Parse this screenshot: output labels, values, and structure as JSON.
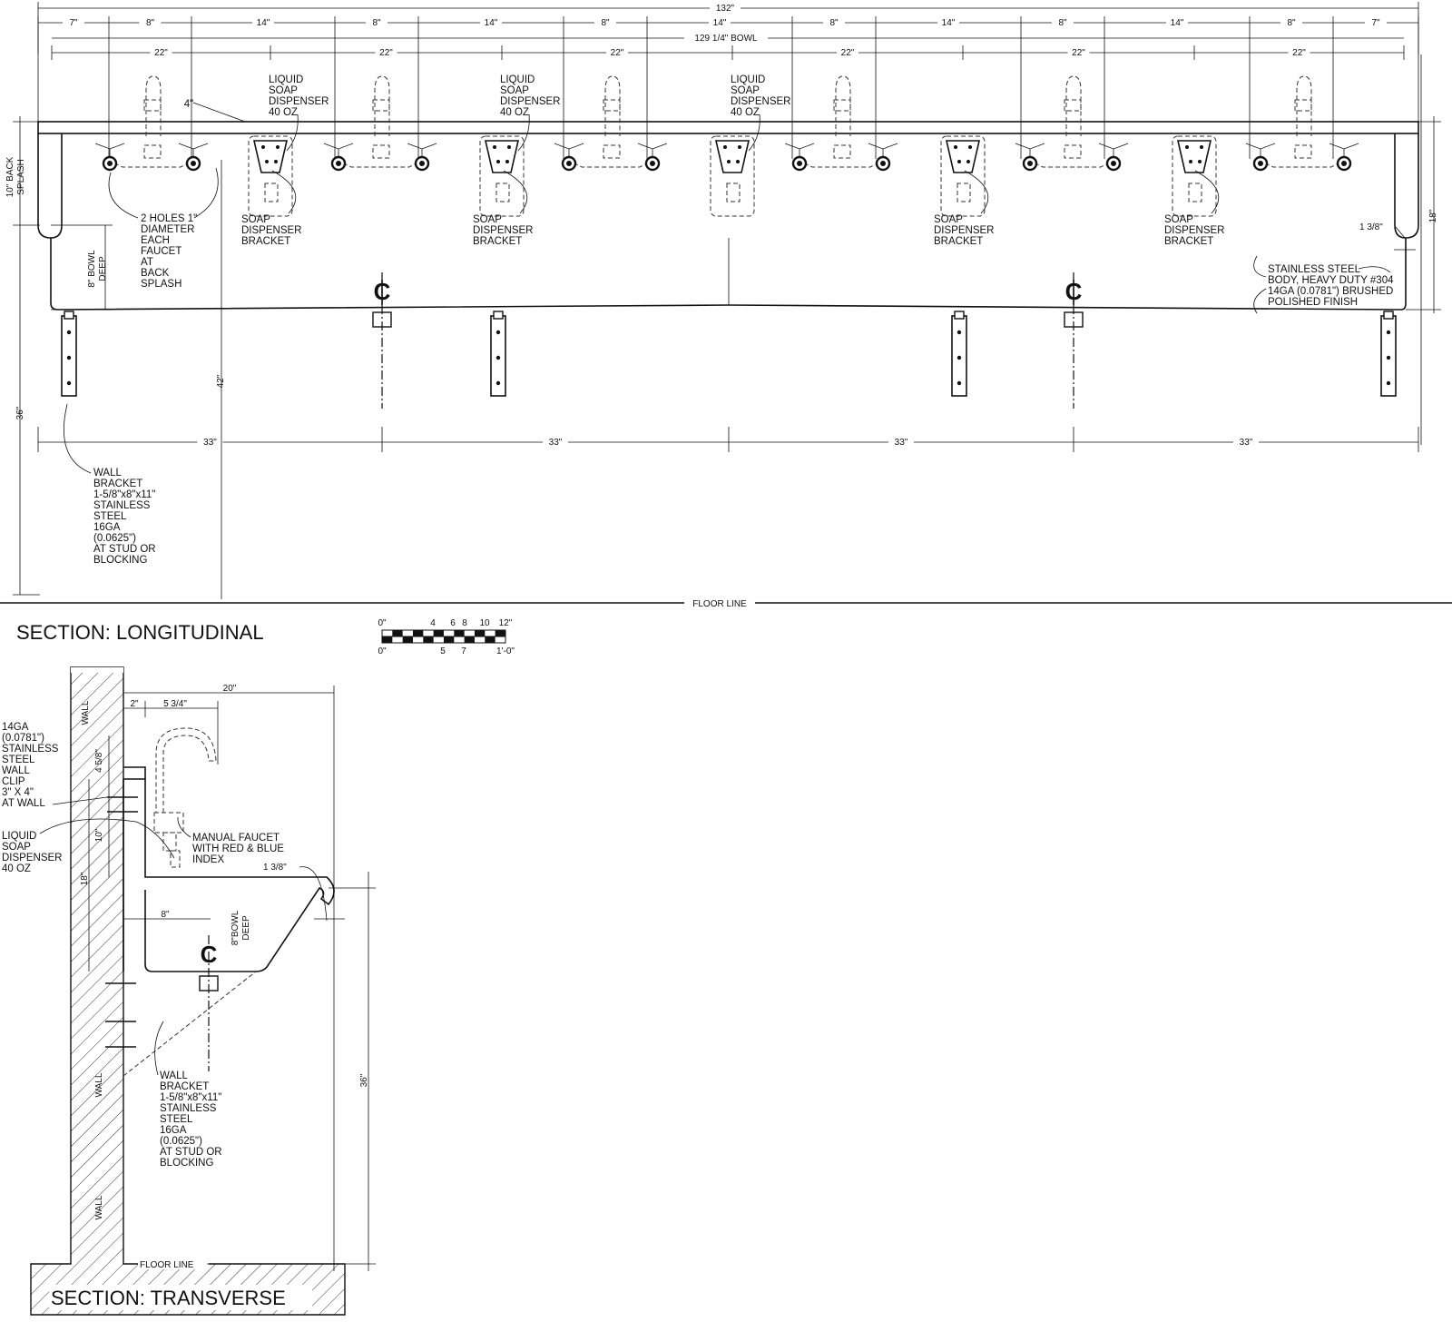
{
  "longitudinal": {
    "title": "SECTION: LONGITUDINAL",
    "overall": "132\"",
    "bowl": "129 1/4\" BOWL",
    "faucet_dims": [
      "7\"",
      "8\"",
      "14\"",
      "8\"",
      "14\"",
      "8\"",
      "14\"",
      "8\"",
      "14\"",
      "8\"",
      "14\"",
      "8\"",
      "7\""
    ],
    "station_dims": [
      "22\"",
      "22\"",
      "22\"",
      "22\"",
      "22\"",
      "22\""
    ],
    "bracket_dims": [
      "33\"",
      "33\"",
      "33\"",
      "33\""
    ],
    "back_splash": [
      "10\" BACK",
      "SPLASH"
    ],
    "bowl_deep": [
      "8\" BOWL",
      "DEEP"
    ],
    "height_36": "36\"",
    "height_42": "42\"",
    "height_18": "18\"",
    "rim": "1 3/8\"",
    "four": "4\"",
    "floor_line": "FLOOR LINE",
    "liquid_soap": [
      "LIQUID",
      "SOAP",
      "DISPENSER",
      "40 OZ"
    ],
    "soap_bracket": [
      "SOAP",
      "DISPENSER",
      "BRACKET"
    ],
    "holes": [
      "2 HOLES 1\"",
      "DIAMETER",
      "EACH",
      "FAUCET",
      "AT",
      "BACK",
      "SPLASH"
    ],
    "body": [
      "STAINLESS STEEL",
      "BODY, HEAVY DUTY #304",
      "14GA (0.0781\") BRUSHED",
      "POLISHED FINISH"
    ],
    "wall_bracket": [
      "WALL",
      "BRACKET",
      "1-5/8\"x8\"x11\"",
      "STAINLESS",
      "STEEL",
      "16GA",
      "(0.0625\")",
      "AT STUD OR",
      "BLOCKING"
    ]
  },
  "scale": {
    "top": [
      "0\"",
      "4",
      "6",
      "8",
      "10",
      "12\""
    ],
    "bottom": [
      "0\"",
      "5",
      "7",
      "1'-0\""
    ]
  },
  "transverse": {
    "title": "SECTION: TRANSVERSE",
    "width": "20\"",
    "d2": "2\"",
    "d534": "5 3/4\"",
    "d458": "4 5/8\"",
    "d10": "10\"",
    "d18": "18\"",
    "d8": "8\"",
    "d36": "36\"",
    "rim": "1 3/8\"",
    "bowl_deep": [
      "8\"BOWL",
      "DEEP"
    ],
    "wall": "WALL",
    "floor_line": "FLOOR LINE",
    "clip": [
      "14GA",
      "(0.0781\")",
      "STAINLESS",
      "STEEL",
      "WALL",
      "CLIP",
      "3\" X 4\"",
      "AT WALL"
    ],
    "soap": [
      "LIQUID",
      "SOAP",
      "DISPENSER",
      "40 OZ"
    ],
    "faucet": [
      "MANUAL FAUCET",
      "WITH RED & BLUE",
      "INDEX"
    ],
    "bracket": [
      "WALL",
      "BRACKET",
      "1-5/8\"x8\"x11\"",
      "STAINLESS",
      "STEEL",
      "16GA",
      "(0.0625\")",
      "AT STUD OR",
      "BLOCKING"
    ]
  }
}
